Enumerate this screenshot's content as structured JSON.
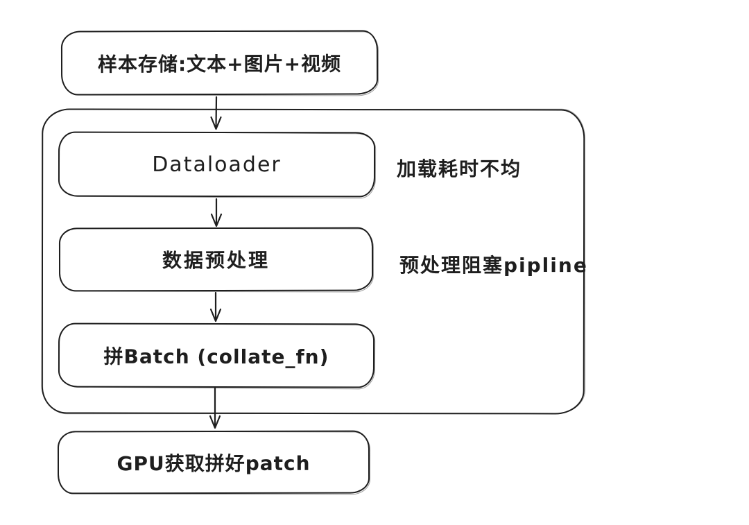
{
  "theme": {
    "background": "#ffffff",
    "stroke": "#1e1e1e",
    "text": "#1e1e1e"
  },
  "nodes": {
    "storage": {
      "label": "样本存储:文本+图片+视频"
    },
    "dataloader": {
      "label": "Dataloader"
    },
    "preprocess": {
      "label": "数据预处理"
    },
    "batch": {
      "label": "拼Batch (collate_fn)"
    },
    "gpu": {
      "label": "GPU获取拼好patch"
    }
  },
  "annotations": {
    "dataloader": {
      "text": "加载耗时不均"
    },
    "preprocess": {
      "text": "预处理阻塞pipline"
    }
  }
}
